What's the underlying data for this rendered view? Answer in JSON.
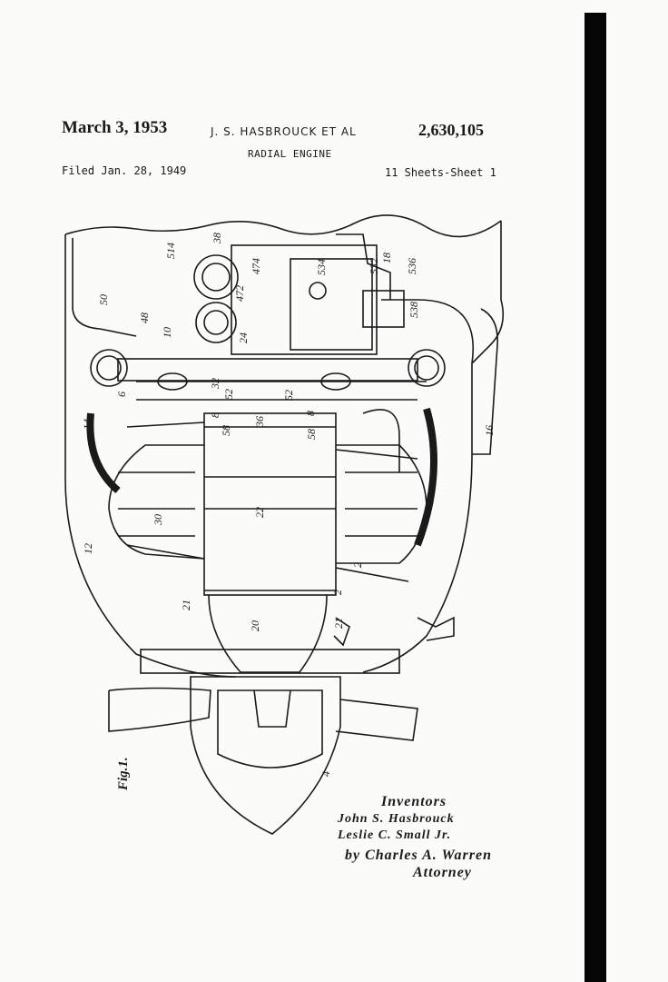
{
  "header": {
    "date": "March 3, 1953",
    "inventor": "J. S. HASBROUCK ET AL",
    "patent_number": "2,630,105",
    "title": "RADIAL ENGINE",
    "filed": "Filed Jan. 28, 1949",
    "sheets": "11 Sheets-Sheet 1"
  },
  "figure": {
    "label": "Fig.1.",
    "reference_numerals": [
      "514",
      "38",
      "474",
      "472",
      "24",
      "534",
      "532",
      "18",
      "536",
      "538",
      "50",
      "48",
      "10",
      "52",
      "6",
      "8",
      "32",
      "58",
      "36",
      "14",
      "16",
      "30",
      "22",
      "12",
      "2",
      "21",
      "20",
      "4"
    ]
  },
  "signature": {
    "heading": "Inventors",
    "inventor_1": "John S. Hasbrouck",
    "inventor_2": "Leslie C. Small Jr.",
    "by": "by",
    "attorney_signature": "Charles A. Warren",
    "attorney_label": "Attorney"
  },
  "colors": {
    "ink": "#1a1a1a",
    "paper": "#fbfbfa",
    "edge_bar": "#050505"
  }
}
